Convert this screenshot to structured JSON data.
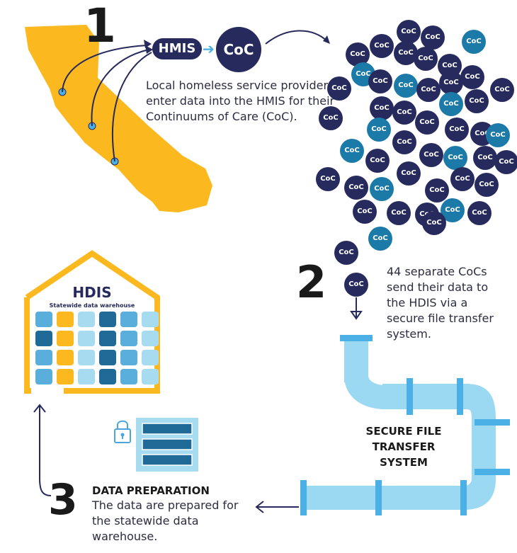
{
  "step1": {
    "number": "1",
    "hmis_label": "HMIS",
    "coc_label": "CoC",
    "description": "Local homeless service providers enter data into the HMIS for their Continuums of Care (CoC)."
  },
  "step2": {
    "number": "2",
    "coc_label": "CoC",
    "description": "44 separate CoCs send their data to the HDIS via a secure file transfer system."
  },
  "step3": {
    "number": "3",
    "title": "DATA PREPARATION",
    "description": "The data are prepared for the statewide data warehouse."
  },
  "warehouse": {
    "title": "HDIS",
    "subtitle": "Statewide data warehouse"
  },
  "pipe": {
    "label": "SECURE FILE TRANSFER SYSTEM"
  },
  "coc_cluster": {
    "label": "CoC",
    "count_shown": 48
  },
  "colors": {
    "california": "#fbb91f",
    "navy": "#262a5c",
    "teal": "#1c7aa8",
    "pipe_light": "#9bd9f2",
    "pipe_band": "#4ab0e6",
    "dot_blue": "#4ab0e6",
    "grid_light": "#a7dbf0",
    "grid_mid": "#5aaedb",
    "grid_dark": "#1f6a96",
    "grid_yellow": "#fbb91f",
    "server_blue": "#4aa6dc"
  },
  "icons": [
    "lock-icon",
    "server-icon",
    "arrow-down-icon",
    "arrow-left-icon",
    "arrow-up-icon"
  ]
}
